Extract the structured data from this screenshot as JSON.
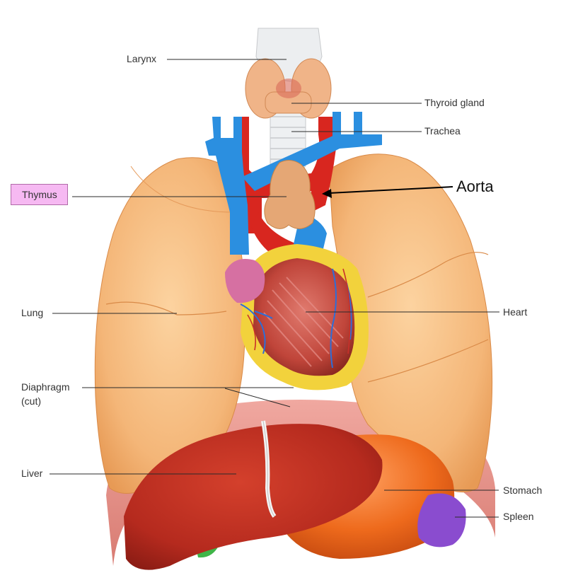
{
  "labels": {
    "larynx": "Larynx",
    "thyroid_gland": "Thyroid gland",
    "trachea": "Trachea",
    "thymus": "Thymus",
    "aorta": "Aorta",
    "lung": "Lung",
    "heart": "Heart",
    "diaphragm_line1": "Diaphragm",
    "diaphragm_line2": "(cut)",
    "liver": "Liver",
    "stomach": "Stomach",
    "spleen": "Spleen"
  },
  "colors": {
    "highlight": "#f6b9f2",
    "lung": "#f4b678",
    "vein": "#2b8fe0",
    "artery": "#d8261f",
    "heart": "#c0453a",
    "fat": "#f2d23c",
    "liver": "#b52a1e",
    "stomach": "#ee6a1c",
    "spleen": "#8a4ccf",
    "thymus": "#e5a775"
  }
}
